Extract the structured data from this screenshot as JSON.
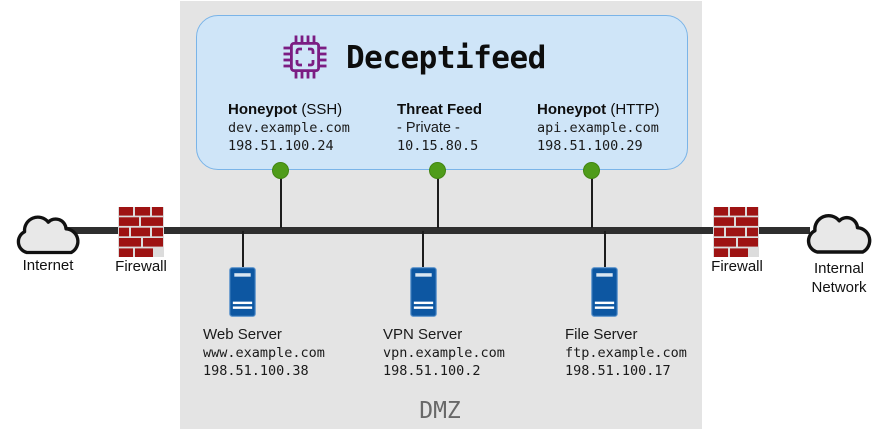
{
  "diagram": {
    "dmz_label": "DMZ",
    "panel": {
      "title": "Deceptifeed",
      "nodes": [
        {
          "name": "Honeypot",
          "name_suffix": " (SSH)",
          "host": "dev.example.com",
          "ip": "198.51.100.24"
        },
        {
          "name": "Threat Feed",
          "name_suffix": "",
          "host": "- Private -",
          "ip": "10.15.80.5"
        },
        {
          "name": "Honeypot",
          "name_suffix": " (HTTP)",
          "host": "api.example.com",
          "ip": "198.51.100.29"
        }
      ]
    },
    "servers": [
      {
        "name": "Web Server",
        "host": "www.example.com",
        "ip": "198.51.100.38"
      },
      {
        "name": "VPN Server",
        "host": "vpn.example.com",
        "ip": "198.51.100.2"
      },
      {
        "name": "File Server",
        "host": "ftp.example.com",
        "ip": "198.51.100.17"
      }
    ],
    "edges": {
      "internet_label": "Internet",
      "left_firewall_label": "Firewall",
      "right_firewall_label": "Firewall",
      "internal_cloud_line1": "Internal",
      "internal_cloud_line2": "Network"
    },
    "colors": {
      "dmz_background": "#e4e4e4",
      "panel_fill": "#cfe5f8",
      "panel_border": "#7ab4e8",
      "chip_purple": "#7b1d83",
      "tap_green": "#4f9c1a",
      "server_blue": "#0d57a2",
      "firewall_red": "#9e1313",
      "backbone_dark": "#2e2e2e"
    },
    "icons": {
      "chip": "chip-icon",
      "cloud": "cloud-icon",
      "firewall": "brick-wall-icon",
      "server": "server-tower-icon",
      "tap": "network-tap-dot"
    }
  }
}
